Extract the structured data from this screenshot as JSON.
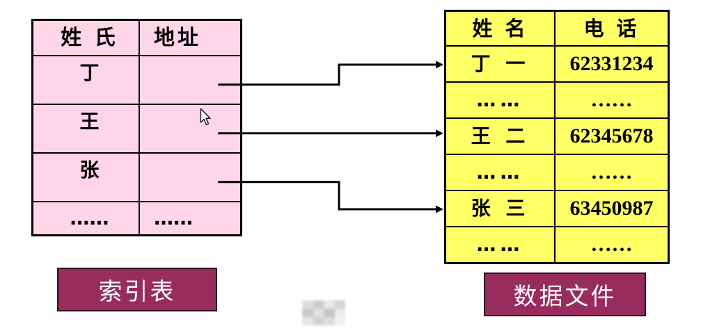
{
  "index_table": {
    "headers": [
      "姓 氏",
      "地址"
    ],
    "rows": [
      [
        "丁",
        null
      ],
      [
        "王",
        null
      ],
      [
        "张",
        null
      ],
      [
        "……",
        "……"
      ]
    ],
    "label": "索引表"
  },
  "data_file": {
    "headers": [
      "姓 名",
      "电 话"
    ],
    "rows": [
      [
        "丁 一",
        "62331234"
      ],
      [
        "……",
        "……"
      ],
      [
        "王 二",
        "62345678"
      ],
      [
        "……",
        "……"
      ],
      [
        "张 三",
        "63450987"
      ],
      [
        "……",
        "……"
      ]
    ],
    "label": "数据文件"
  },
  "links": [
    {
      "from_row": 0,
      "to_row": 0
    },
    {
      "from_row": 1,
      "to_row": 2
    },
    {
      "from_row": 2,
      "to_row": 4
    }
  ],
  "icons": {
    "pointer": "mouse-cursor-icon"
  },
  "colors": {
    "index_fill": "#FFD6E8",
    "data_fill": "#FFFF66",
    "label_fill": "#982C5D",
    "label_text": "#FFFFFF",
    "connector": "#000000"
  }
}
